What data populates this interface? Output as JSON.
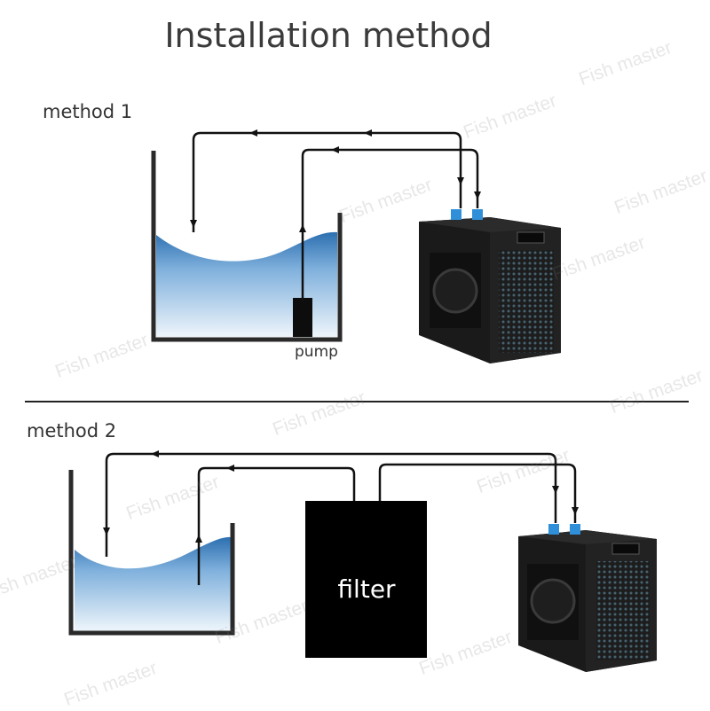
{
  "title": "Installation method",
  "methods": [
    {
      "label": "method 1",
      "pump_label": "pump"
    },
    {
      "label": "method 2",
      "filter_label": "filter"
    }
  ],
  "watermark": "Fish master",
  "colors": {
    "pipe": "#111111",
    "water_top": "#2c6fb0",
    "water_bottom": "#e8f2fa",
    "chiller": "#1e1e1e",
    "connector": "#2f8fd8"
  }
}
